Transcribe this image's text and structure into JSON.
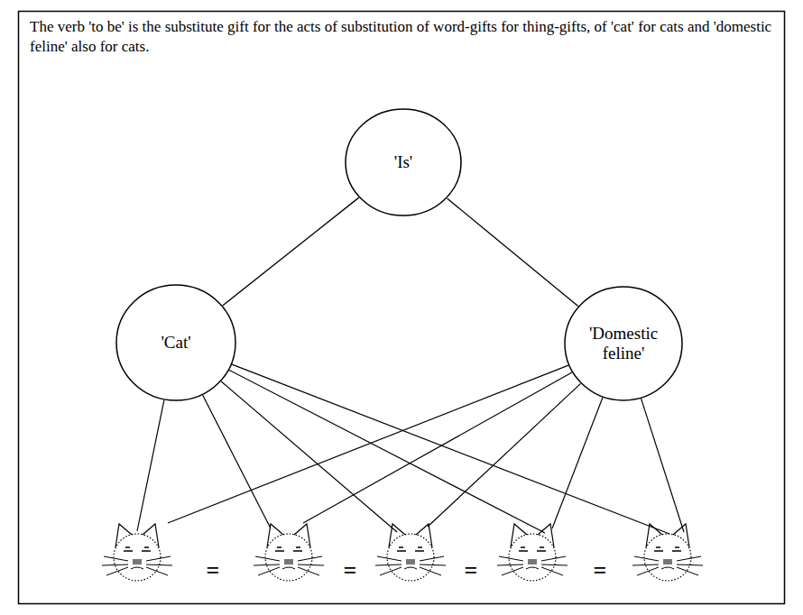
{
  "diagram": {
    "title": "The verb 'to be' is the substitute gift for the acts of substitution of word-gifts for thing-gifts, of 'cat' for cats and 'domestic feline' also for cats.",
    "nodes": [
      {
        "text": [
          "'Is'"
        ]
      },
      {
        "text": [
          "'Cat'"
        ]
      },
      {
        "text": [
          "'Domestic feline'"
        ]
      }
    ],
    "edges": [
      {
        "from": 0,
        "to": 1,
        "arrow": "none"
      },
      {
        "from": 0,
        "to": 2,
        "arrow": "none"
      }
    ],
    "labels": [
      "=",
      "=",
      "=",
      "="
    ]
  }
}
